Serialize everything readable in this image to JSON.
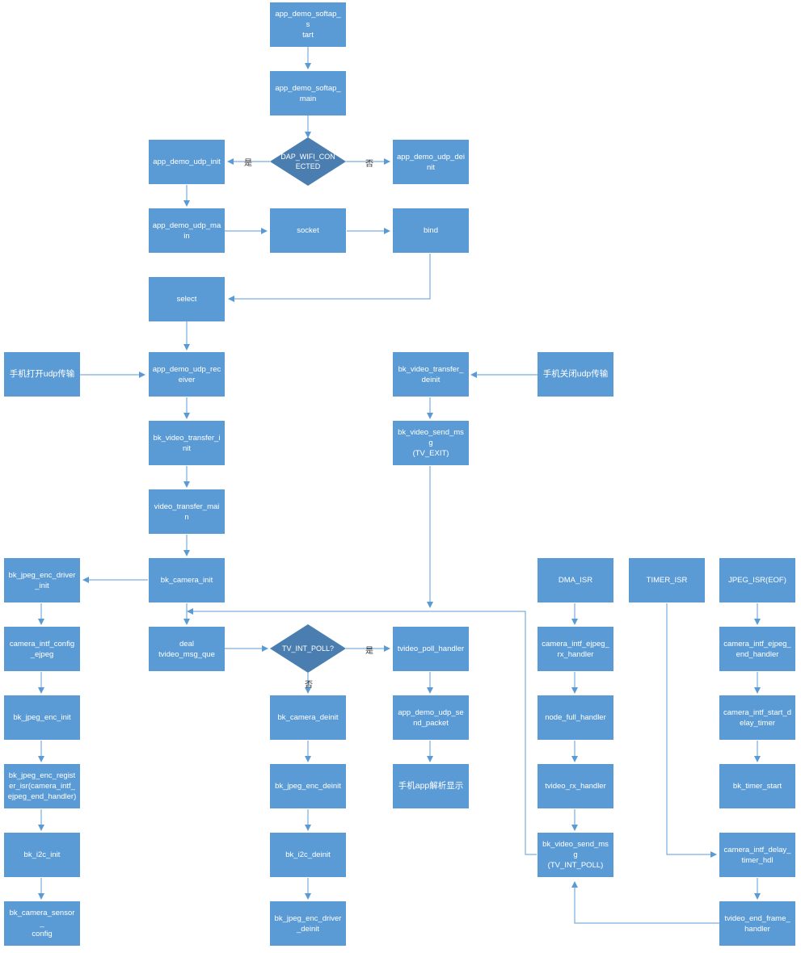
{
  "colors": {
    "node_fill": "#5b9bd5",
    "diamond_fill": "#4a7eb0",
    "edge": "#5b9bd5",
    "text": "#ffffff"
  },
  "nodes": {
    "softap_start": "app_demo_softap_s\ntart",
    "softap_main": "app_demo_softap_\nmain",
    "wifi_connected": "DAP_WIFI_CON\nECTED",
    "udp_init": "app_demo_udp_init",
    "udp_deinit": "app_demo_udp_dei\nnit",
    "udp_main": "app_demo_udp_ma\nin",
    "socket": "socket",
    "bind": "bind",
    "select": "select",
    "phone_open_udp": "手机打开udp传输",
    "udp_receiver": "app_demo_udp_rec\neiver",
    "video_transfer_deinit": "bk_video_transfer_\ndeinit",
    "phone_close_udp": "手机关闭udp传输",
    "video_transfer_init": "bk_video_transfer_i\nnit",
    "send_msg_exit": "bk_video_send_msg\n(TV_EXIT)",
    "video_transfer_main": "video_transfer_mai\nn",
    "jpeg_enc_driver_init": "bk_jpeg_enc_driver\n_init",
    "camera_init": "bk_camera_init",
    "dma_isr": "DMA_ISR",
    "timer_isr": "TIMER_ISR",
    "jpeg_isr": "JPEG_ISR(EOF)",
    "intf_config_ejpeg": "camera_intf_config\n_ejpeg",
    "deal_msg_que": "deal\ntvideo_msg_que",
    "tv_int_poll": "TV_INT_POLL?",
    "poll_handler": "tvideo_poll_handler",
    "ejpeg_rx_handler": "camera_intf_ejpeg_\nrx_handler",
    "ejpeg_end_handler": "camera_intf_ejpeg_\nend_handler",
    "jpeg_enc_init": "bk_jpeg_enc_init",
    "camera_deinit": "bk_camera_deinit",
    "udp_send_packet": "app_demo_udp_se\nnd_packet",
    "node_full_handler": "node_full_handler",
    "start_delay_timer": "camera_intf_start_d\nelay_timer",
    "jpeg_enc_register_isr": "bk_jpeg_enc_regist\ner_isr(camera_intf_\nejpeg_end_handler)",
    "jpeg_enc_deinit": "bk_jpeg_enc_deinit",
    "phone_app_display": "手机app解析显示",
    "tvideo_rx_handler": "tvideo_rx_handler",
    "timer_start": "bk_timer_start",
    "i2c_init": "bk_i2c_init",
    "i2c_deinit": "bk_i2c_deinit",
    "send_msg_poll": "bk_video_send_msg\n(TV_INT_POLL)",
    "delay_timer_hdl": "camera_intf_delay_\ntimer_hdl",
    "camera_sensor_config": "bk_camera_sensor_\nconfig",
    "jpeg_enc_driver_deinit": "bk_jpeg_enc_driver\n_deinit",
    "end_frame_handler": "tvideo_end_frame_\nhandler"
  },
  "edge_labels": {
    "yes_1": "是",
    "no_1": "否",
    "yes_2": "是",
    "no_2": "否"
  }
}
